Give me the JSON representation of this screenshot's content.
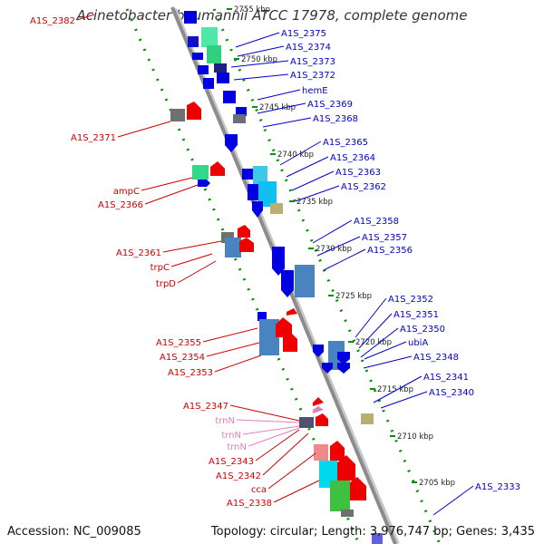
{
  "title": "Acinetobacter baumannii ATCC 17978, complete genome",
  "footer": {
    "accession": "Accession: NC_009085",
    "topology": "Topology: circular; Length: 3,976,747 bp; Genes: 3,435"
  },
  "colors": {
    "fwd_label": "#cc0000",
    "rev_label": "#0000cc",
    "rna_label": "#e080c0",
    "backbone": "#8c8c8c",
    "dots": "#009000"
  },
  "ticks": [
    "2755 kbp",
    "2750 kbp",
    "2745 kbp",
    "2740 kbp",
    "2735 kbp",
    "2730 kbp",
    "2725 kbp",
    "2720 kbp",
    "2715 kbp",
    "2710 kbp",
    "2705 kbp"
  ],
  "right_labels": [
    "A1S_2375",
    "A1S_2374",
    "A1S_2373",
    "A1S_2372",
    "hemE",
    "A1S_2369",
    "A1S_2368",
    "A1S_2365",
    "A1S_2364",
    "A1S_2363",
    "A1S_2362",
    "A1S_2358",
    "A1S_2357",
    "A1S_2356",
    "A1S_2352",
    "A1S_2351",
    "A1S_2350",
    "ubiA",
    "A1S_2348",
    "A1S_2341",
    "A1S_2340",
    "A1S_2333"
  ],
  "left_labels": [
    "A1S_2382",
    "A1S_2371",
    "ampC",
    "A1S_2366",
    "A1S_2361",
    "trpC",
    "trpD",
    "A1S_2355",
    "A1S_2354",
    "A1S_2353",
    "A1S_2347",
    "trnN",
    "trnN",
    "trnN",
    "A1S_2343",
    "A1S_2342",
    "cca",
    "A1S_2338"
  ],
  "left_label_types": [
    "cds",
    "cds",
    "cds",
    "cds",
    "cds",
    "cds",
    "cds",
    "cds",
    "cds",
    "cds",
    "cds",
    "rna",
    "rna",
    "rna",
    "cds",
    "cds",
    "cds",
    "cds"
  ]
}
